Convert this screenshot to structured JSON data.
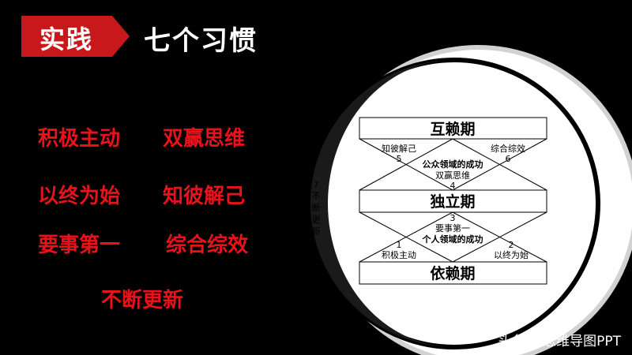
{
  "header": {
    "tag": "实践",
    "title": "七个习惯"
  },
  "habits": [
    "积极主动",
    "双赢思维",
    "以终为始",
    "知彼解己",
    "要事第一",
    "综合综效",
    "不断更新"
  ],
  "diagram": {
    "levels": {
      "top": "互赖期",
      "middle": "独立期",
      "bottom": "依赖期"
    },
    "public_victory": "公众领域的成功",
    "private_victory": "个人领域的成功",
    "habits": [
      {
        "num": "1",
        "label": "积极主动"
      },
      {
        "num": "2",
        "label": "以终为始"
      },
      {
        "num": "3",
        "label": "要事第一"
      },
      {
        "num": "4",
        "label": "双赢思维"
      },
      {
        "num": "5",
        "label": "知彼解己"
      },
      {
        "num": "6",
        "label": "综合综效"
      },
      {
        "num": "7",
        "label": "不断更新"
      }
    ]
  },
  "watermark": "头条 @思维导图PPT"
}
